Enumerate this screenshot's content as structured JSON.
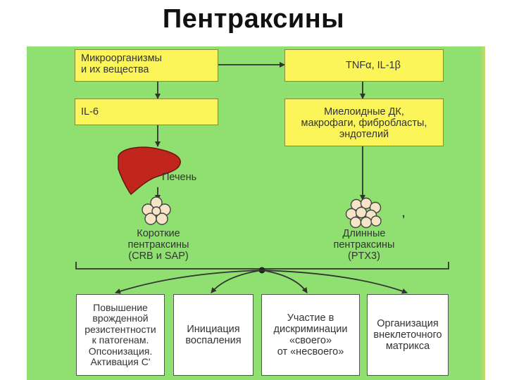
{
  "title": "Пентраксины",
  "boxes": {
    "microbes": "Микроорганизмы\nи их вещества",
    "tnf": "TNFα, IL-1β",
    "il6": "IL-6",
    "cells": "Миелоидные ДК,\nмакрофаги, фибробласты,\nэндотелий"
  },
  "labels": {
    "liver": "Печень",
    "short": "Короткие\nпентраксины\n(CRB и SAP)",
    "long": "Длинные\nпентраксины\n(PTX3)",
    "stray_mark": ","
  },
  "outcomes": [
    "Повышение\nврожденной\nрезистентности\nк патогенам.\nОпсонизация.\nАктивация C'",
    "Инициация\nвоспаления",
    "Участие в\nдискриминации\n«своего»\nот «несвоего»",
    "Организация\nвнеклеточного\nматрикса"
  ],
  "colors": {
    "panel": "#8fe070",
    "yellow_box": "#fbf55a",
    "liver": "#c0261b",
    "pentraxin": "#f5e4c6"
  }
}
